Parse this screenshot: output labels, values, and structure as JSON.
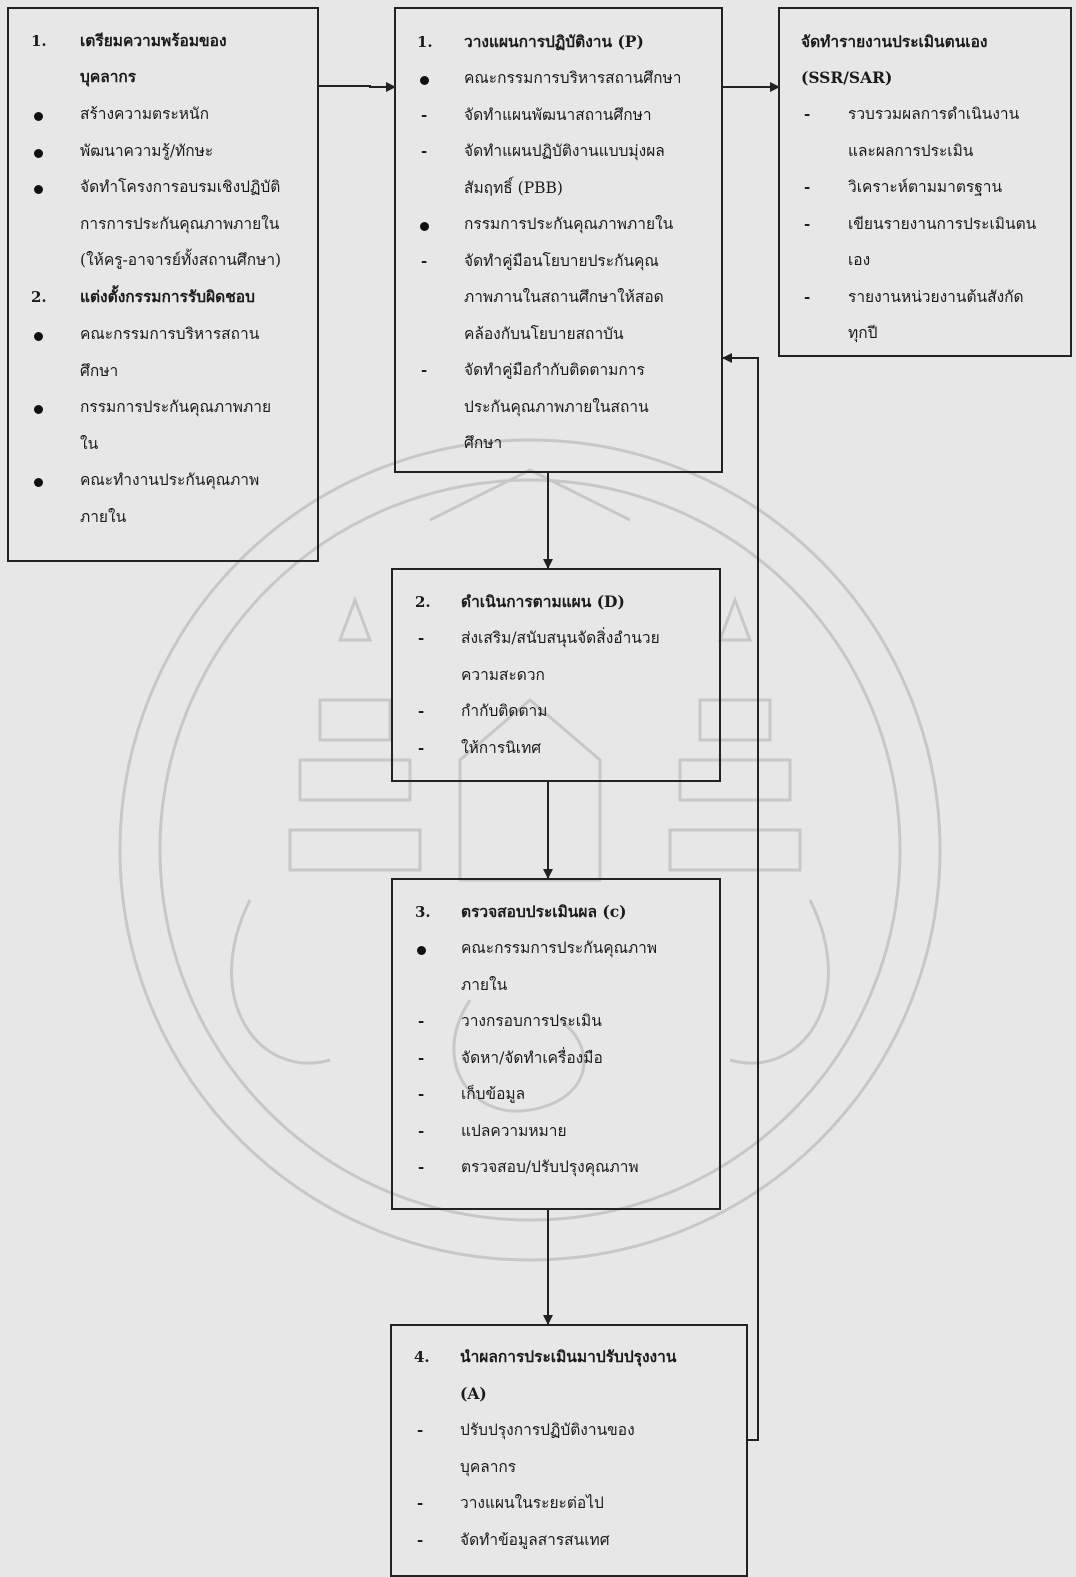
{
  "left_box": {
    "heading_1_num": "1.",
    "heading_1_lines": [
      "เตรียมความพร้อมของ",
      "บุคลากร"
    ],
    "items_1": [
      {
        "lines": [
          "สร้างความตระหนัก"
        ]
      },
      {
        "lines": [
          "พัฒนาความรู้/ทักษะ"
        ]
      },
      {
        "lines": [
          "จัดทำโครงการอบรมเชิงปฏิบัติ",
          "การการประกันคุณภาพภายใน",
          "(ให้ครู-อาจารย์ทั้งสถานศึกษา)"
        ]
      }
    ],
    "heading_2_num": "2.",
    "heading_2_lines": [
      "แต่งตั้งกรรมการรับผิดชอบ"
    ],
    "items_2": [
      {
        "lines": [
          "คณะกรรมการบริหารสถาน",
          "ศึกษา"
        ]
      },
      {
        "lines": [
          "กรรมการประกันคุณภาพภาย",
          "ใน"
        ]
      },
      {
        "lines": [
          "คณะทำงานประกันคุณภาพ",
          "ภายใน"
        ]
      }
    ]
  },
  "plan_box": {
    "num": "1.",
    "title": "วางแผนการปฏิบัติงาน (P)",
    "rows": [
      {
        "marker": "dot",
        "text": "คณะกรรมการบริหารสถานศึกษา"
      },
      {
        "marker": "-",
        "text": "จัดทำแผนพัฒนาสถานศึกษา"
      },
      {
        "marker": "-",
        "text": "จัดทำแผนปฏิบัติงานแบบมุ่งผล"
      },
      {
        "marker": "",
        "text": "สัมฤทธิ์ (PBB)"
      },
      {
        "marker": "dot",
        "text": "กรรมการประกันคุณภาพภายใน"
      },
      {
        "marker": "-",
        "text": "จัดทำคู่มือนโยบายประกันคุณ"
      },
      {
        "marker": "",
        "text": "ภาพภานในสถานศึกษาให้สอด"
      },
      {
        "marker": "",
        "text": "คล้องกับนโยบายสถาบัน"
      },
      {
        "marker": "-",
        "text": "จัดทำคู่มือกำกับติดตามการ"
      },
      {
        "marker": "",
        "text": "ประกันคุณภาพภายในสถาน"
      },
      {
        "marker": "",
        "text": "ศึกษา"
      }
    ]
  },
  "report_box": {
    "title_lines": [
      "จัดทำรายงานประเมินตนเอง",
      "(SSR/SAR)"
    ],
    "rows": [
      {
        "marker": "-",
        "text": "รวบรวมผลการดำเนินงาน"
      },
      {
        "marker": "",
        "text": "และผลการประเมิน"
      },
      {
        "marker": "-",
        "text": "วิเคราะห์ตามมาตรฐาน"
      },
      {
        "marker": "-",
        "text": "เขียนรายงานการประเมินตน"
      },
      {
        "marker": "",
        "text": "เอง"
      },
      {
        "marker": "-",
        "text": "รายงานหน่วยงานต้นสังกัด"
      },
      {
        "marker": "",
        "text": "ทุกปี"
      }
    ]
  },
  "do_box": {
    "num": "2.",
    "title": "ดำเนินการตามแผน (D)",
    "rows": [
      {
        "marker": "-",
        "text": "ส่งเสริม/สนับสนุนจัดสิ่งอำนวย"
      },
      {
        "marker": "",
        "text": "ความสะดวก"
      },
      {
        "marker": "-",
        "text": "กำกับติดตาม"
      },
      {
        "marker": "-",
        "text": "ให้การนิเทศ"
      }
    ]
  },
  "check_box": {
    "num": "3.",
    "title": "ตรวจสอบประเมินผล (c)",
    "rows": [
      {
        "marker": "dot",
        "text": "คณะกรรมการประกันคุณภาพ"
      },
      {
        "marker": "",
        "text": "ภายใน"
      },
      {
        "marker": "-",
        "text": "วางกรอบการประเมิน"
      },
      {
        "marker": "-",
        "text": "จัดหา/จัดทำเครื่องมือ"
      },
      {
        "marker": "-",
        "text": "เก็บข้อมูล"
      },
      {
        "marker": "-",
        "text": "แปลความหมาย"
      },
      {
        "marker": "-",
        "text": "ตรวจสอบ/ปรับปรุงคุณภาพ"
      }
    ]
  },
  "act_box": {
    "num": "4.",
    "rows": [
      {
        "marker": "",
        "text": "นำผลการประเมินมาปรับปรุงงาน",
        "bold": true
      },
      {
        "marker": "",
        "text": "(A)",
        "bold": true
      },
      {
        "marker": "-",
        "text": "ปรับปรุงการปฏิบัติงานของ"
      },
      {
        "marker": "",
        "text": "บุคลากร"
      },
      {
        "marker": "-",
        "text": "วางแผนในระยะต่อไป"
      },
      {
        "marker": "-",
        "text": "จัดทำข้อมูลสารสนเทศ"
      }
    ]
  },
  "colors": {
    "line": "#222222",
    "watermark": "#b9b9b9"
  }
}
